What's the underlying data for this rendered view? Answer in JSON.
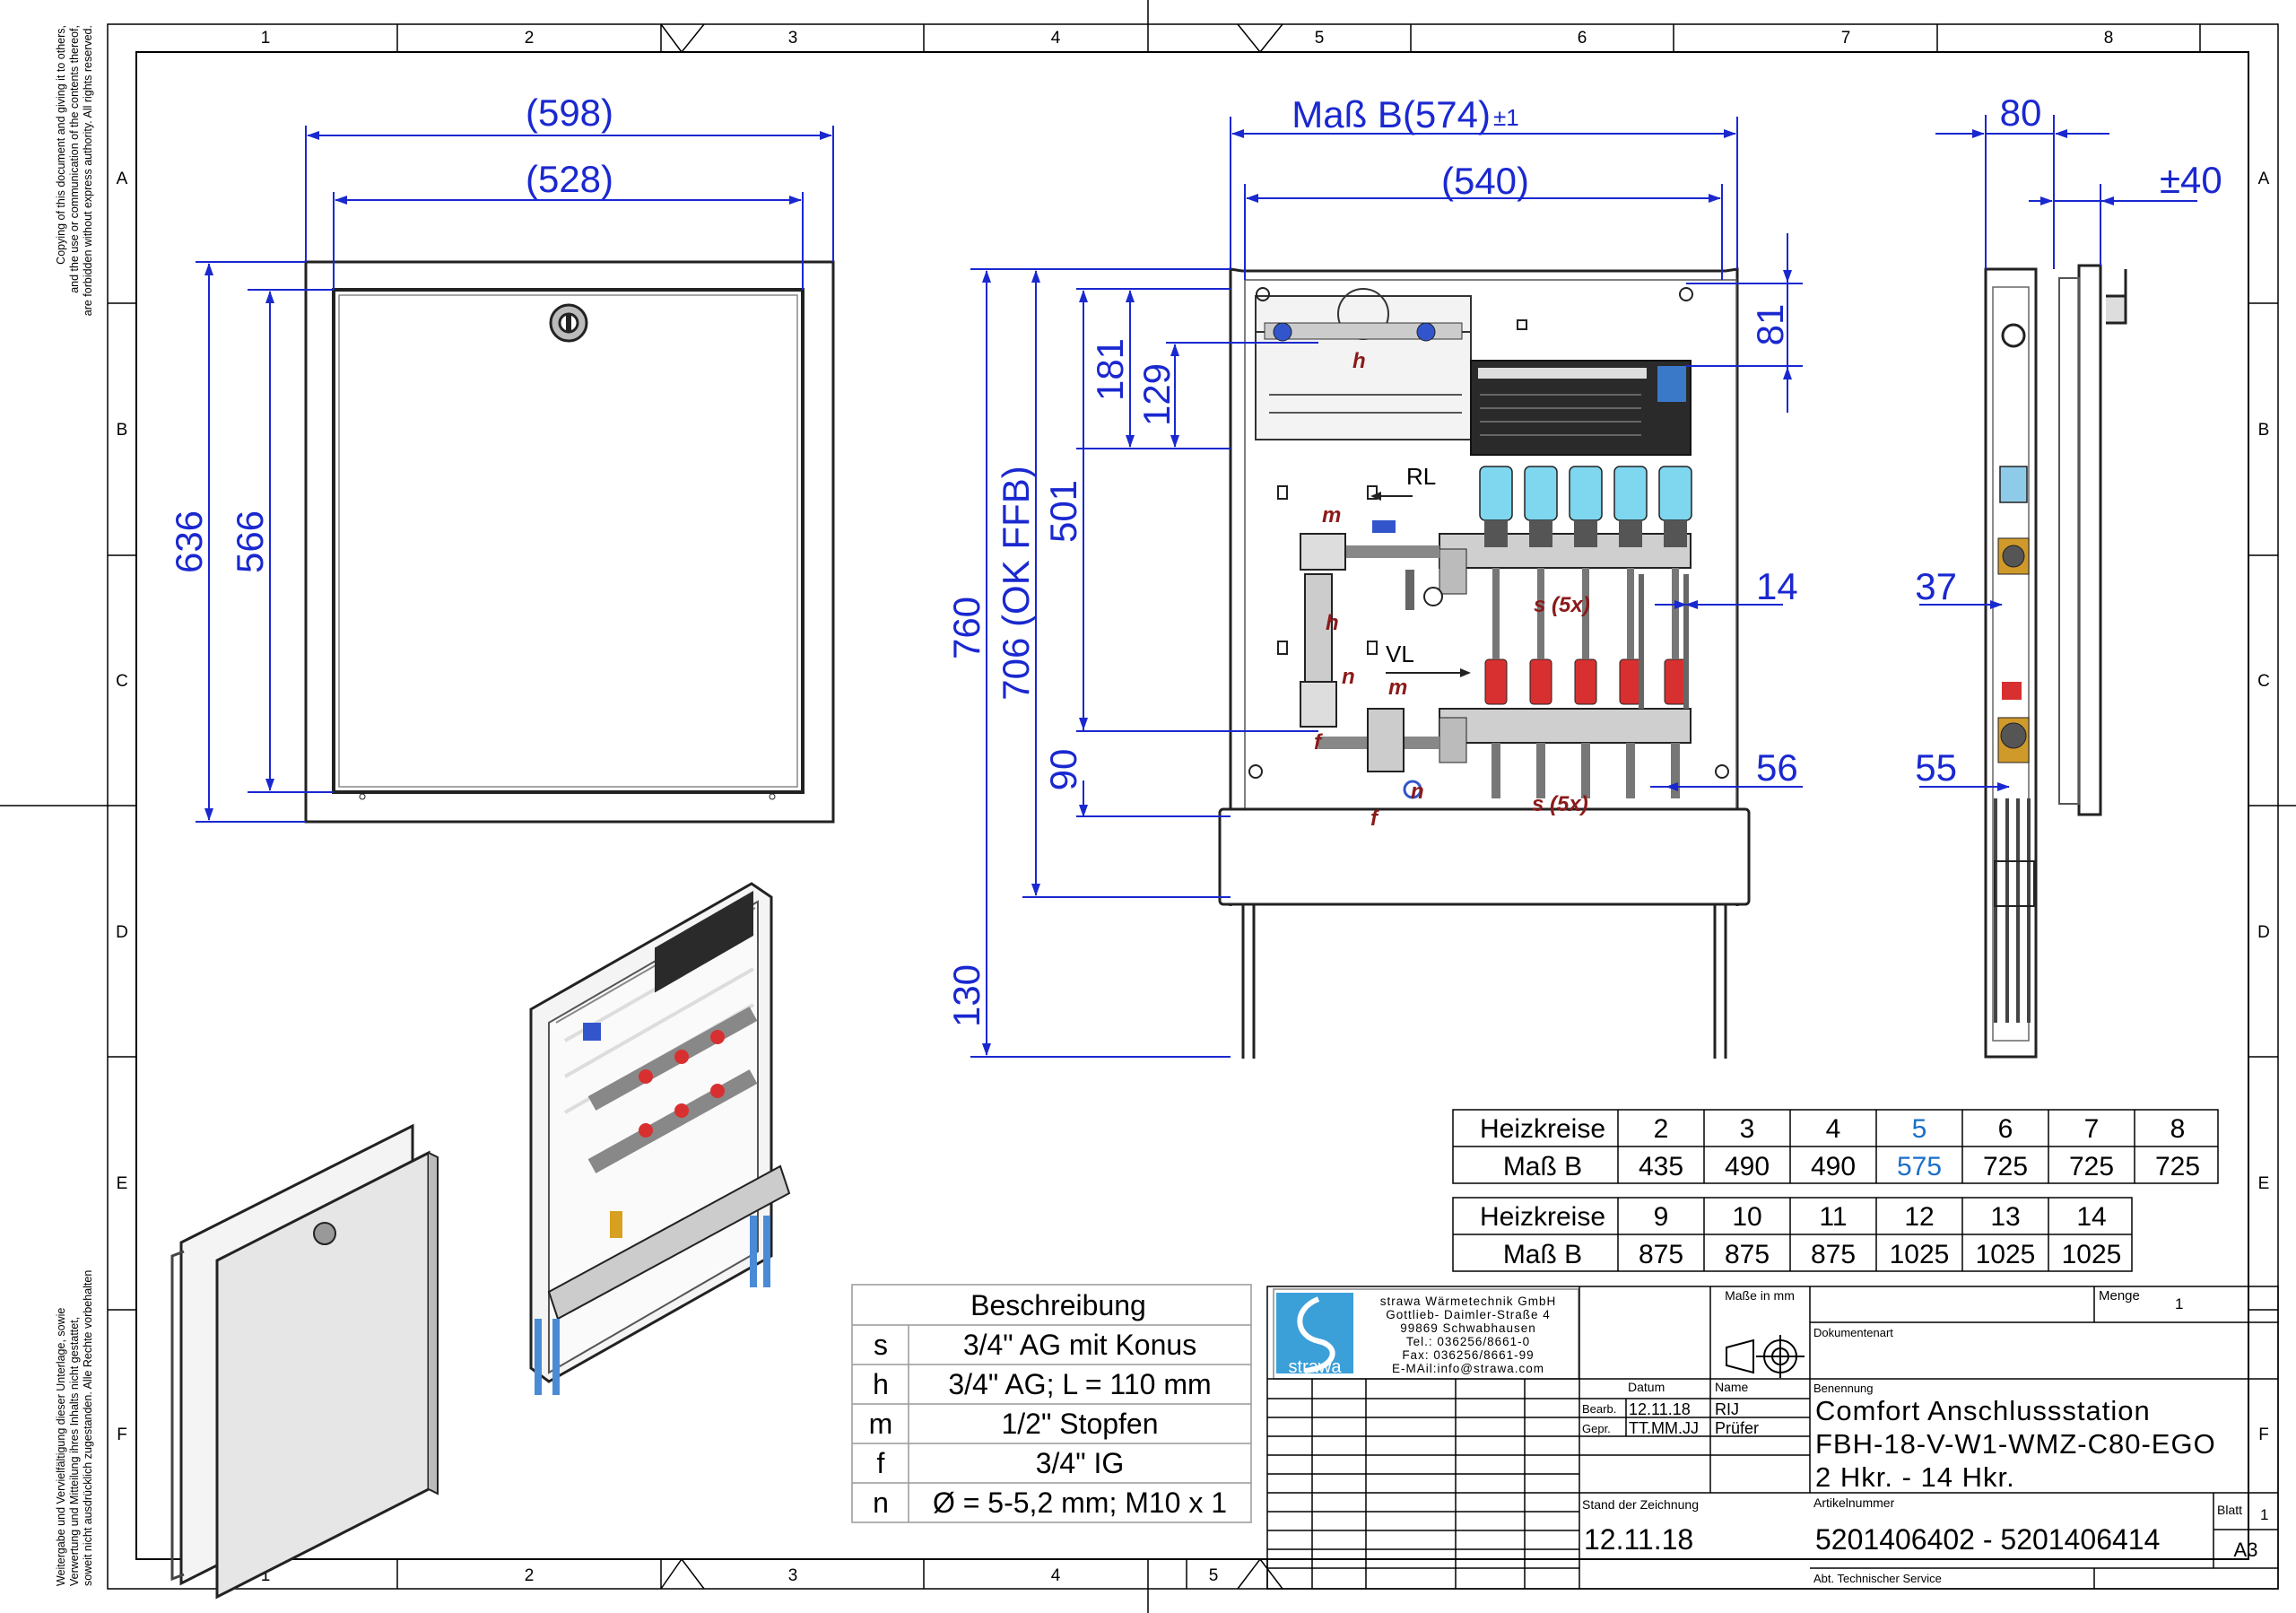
{
  "copyright_top": [
    "Copying of this document and giving it to others,",
    "and the use or communication of the contents thereof,",
    "are forbidden without express authority. All rights reserved."
  ],
  "copyright_bottom": [
    "Weitergabe und Vervielfältigung dieser Unterlage, sowie",
    "Verwertung und Mitteilung ihres Inhalts nicht gestattet,",
    "soweit nicht ausdrücklich zugestanden. Alle Rechte vorbehalten"
  ],
  "grid_columns_top": [
    "1",
    "2",
    "3",
    "4",
    "5",
    "6",
    "7",
    "8"
  ],
  "grid_columns_bottom": [
    "1",
    "2",
    "3",
    "4",
    "5"
  ],
  "grid_rows": [
    "A",
    "B",
    "C",
    "D",
    "E",
    "F"
  ],
  "front_view": {
    "dims": {
      "outer_width": "(598)",
      "inner_width": "(528)",
      "outer_height": "636",
      "inner_height": "566"
    }
  },
  "main_view": {
    "dims": {
      "width_b": "Maß B(574)",
      "width_b_tol": "±1",
      "width_inner": "(540)",
      "h760": "760",
      "h706": "706 (OK FFB)",
      "h501": "501",
      "h181": "181",
      "h129": "129",
      "h90": "90",
      "h130": "130",
      "h81": "81",
      "h14": "14",
      "h56": "56"
    },
    "labels": {
      "rl": "RL",
      "vl": "VL",
      "m1": "m",
      "m2": "m",
      "h1": "h",
      "h2": "h",
      "n1": "n",
      "n2": "n",
      "f1": "f",
      "f2": "f",
      "s1": "s (5x)",
      "s2": "s (5x)"
    }
  },
  "side_view": {
    "dims": {
      "d80": "80",
      "d40": "±40",
      "d37": "37",
      "d55": "55"
    }
  },
  "heizkreise_table": {
    "row1_header": "Heizkreise",
    "row2_header": "Maß B",
    "top_circuits": [
      "2",
      "3",
      "4",
      "5",
      "6",
      "7",
      "8"
    ],
    "top_values": [
      "435",
      "490",
      "490",
      "575",
      "725",
      "725",
      "725"
    ],
    "bottom_circuits": [
      "9",
      "10",
      "11",
      "12",
      "13",
      "14"
    ],
    "bottom_values": [
      "875",
      "875",
      "875",
      "1025",
      "1025",
      "1025"
    ],
    "highlight_color": "#1b6fc8"
  },
  "beschreibung": {
    "title": "Beschreibung",
    "rows": [
      {
        "key": "s",
        "text": "3/4\" AG mit Konus"
      },
      {
        "key": "h",
        "text": "3/4\" AG; L = 110 mm"
      },
      {
        "key": "m",
        "text": "1/2\" Stopfen"
      },
      {
        "key": "f",
        "text": "3/4\" IG"
      },
      {
        "key": "n",
        "text": "Ø = 5-5,2 mm; M10 x 1"
      }
    ]
  },
  "title_block": {
    "company": [
      "strawa Wärmetechnik GmbH",
      "Gottlieb- Daimler-Straße 4",
      "99869 Schwabhausen",
      "Tel.: 036256/8661-0",
      "Fax: 036256/8661-99",
      "E-MAil:info@strawa.com"
    ],
    "logo_text": "strawa",
    "masse_label": "Maße in mm",
    "menge_label": "Menge",
    "menge_value": "1",
    "dokumentenart_label": "Dokumentenart",
    "datum_label": "Datum",
    "name_label": "Name",
    "bearb_label": "Bearb.",
    "bearb_date": "12.11.18",
    "bearb_name": "RIJ",
    "gepr_label": "Gepr.",
    "gepr_date": "TT.MM.JJ",
    "gepr_name": "Prüfer",
    "benennung_label": "Benennung",
    "benennung": [
      "Comfort Anschlussstation",
      "FBH-18-V-W1-WMZ-C80-EGO",
      "2 Hkr. - 14 Hkr."
    ],
    "stand_label": "Stand der Zeichnung",
    "stand_value": "12.11.18",
    "artikel_label": "Artikelnummer",
    "artikel_value": "5201406402 - 5201406414",
    "blatt_label": "Blatt",
    "blatt_value": "1",
    "format": "A3",
    "abt": "Abt. Technischer Service"
  }
}
